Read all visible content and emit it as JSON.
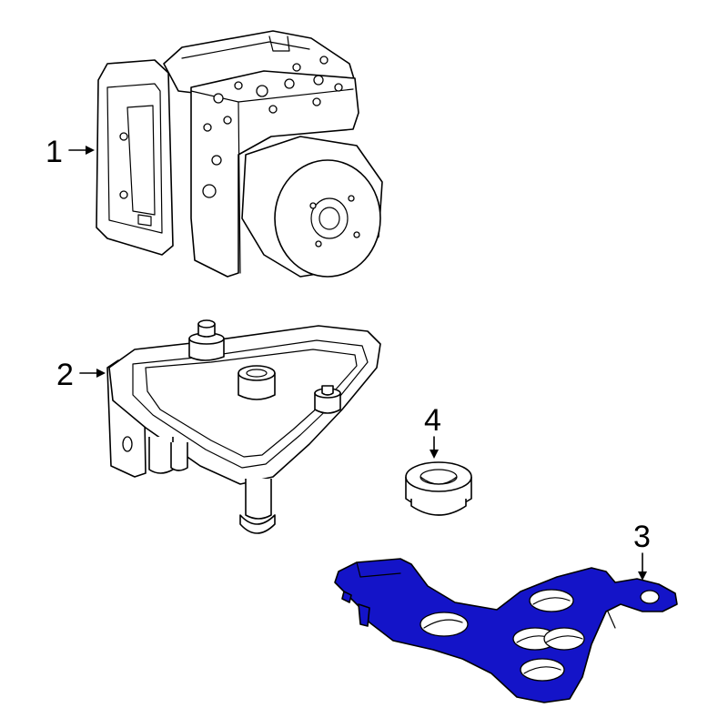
{
  "callouts": [
    {
      "id": "1",
      "label": "1"
    },
    {
      "id": "2",
      "label": "2"
    },
    {
      "id": "3",
      "label": "3"
    },
    {
      "id": "4",
      "label": "4"
    }
  ],
  "colors": {
    "highlight": "#1414c8",
    "line": "#000000",
    "background": "#ffffff"
  }
}
